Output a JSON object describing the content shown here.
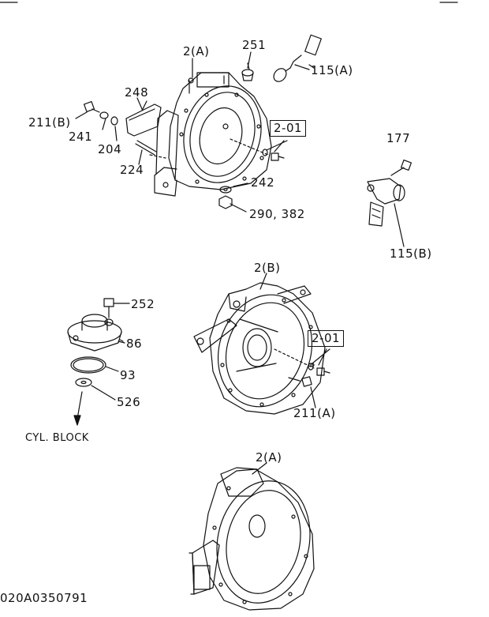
{
  "labels": {
    "housing_top": "2(A)",
    "plug_251": "251",
    "sensor_115a": "115(A)",
    "cover_248": "248",
    "bolt_211b": "211(B)",
    "washer_241": "241",
    "washer_204": "204",
    "stud_224": "224",
    "ref_201_top": "2-01",
    "washer_242": "242",
    "nut_290_382": "290, 382",
    "bolt_177": "177",
    "sensor_115b": "115(B)",
    "housing_mid": "2(B)",
    "bolt_252": "252",
    "bracket_86": "86",
    "oring_93": "93",
    "washer_526": "526",
    "ref_201_mid": "2-01",
    "bolt_211a": "211(A)",
    "cyl_block": "CYL. BLOCK",
    "housing_bottom": "2(A)",
    "drawing_number": "020A0350791"
  },
  "colors": {
    "line": "#111111",
    "background": "#ffffff"
  }
}
